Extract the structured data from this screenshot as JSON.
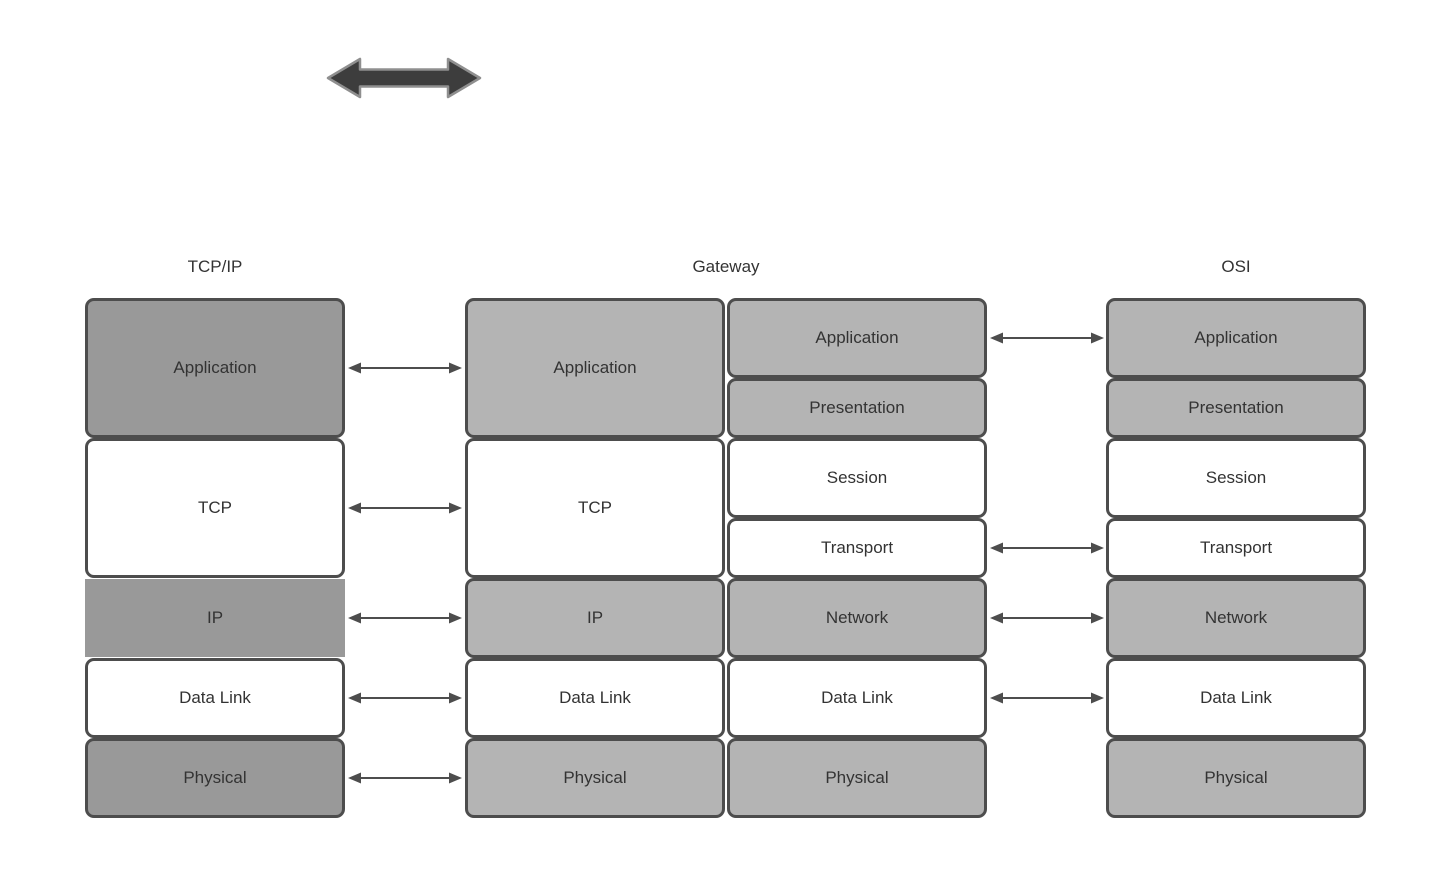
{
  "colors": {
    "dark_fill": "#999999",
    "light_fill": "#b4b4b4",
    "white_fill": "#ffffff",
    "border": "#4d4d4d",
    "arrow": "#4d4d4d",
    "top_arrow_fill": "#3d3d3d",
    "top_arrow_stroke": "#8f8f8f",
    "text": "#333333",
    "background": "#ffffff"
  },
  "columns": {
    "tcpip": {
      "title": "TCP/IP",
      "layers": [
        {
          "label": "Application"
        },
        {
          "label": "TCP"
        },
        {
          "label": "IP"
        },
        {
          "label": "Data Link"
        },
        {
          "label": "Physical"
        }
      ]
    },
    "gateway": {
      "title": "Gateway",
      "left_layers": [
        {
          "label": "Application"
        },
        {
          "label": "TCP"
        },
        {
          "label": "IP"
        },
        {
          "label": "Data Link"
        },
        {
          "label": "Physical"
        }
      ],
      "right_layers": [
        {
          "label": "Application"
        },
        {
          "label": "Presentation"
        },
        {
          "label": "Session"
        },
        {
          "label": "Transport"
        },
        {
          "label": "Network"
        },
        {
          "label": "Data Link"
        },
        {
          "label": "Physical"
        }
      ]
    },
    "osi": {
      "title": "OSI",
      "layers": [
        {
          "label": "Application"
        },
        {
          "label": "Presentation"
        },
        {
          "label": "Session"
        },
        {
          "label": "Transport"
        },
        {
          "label": "Network"
        },
        {
          "label": "Data Link"
        },
        {
          "label": "Physical"
        }
      ]
    }
  },
  "connections": {
    "tcpip_gateway": [
      "Application",
      "TCP",
      "IP",
      "Data Link",
      "Physical"
    ],
    "gateway_osi": [
      "Application",
      "Transport",
      "Network",
      "Data Link"
    ]
  }
}
